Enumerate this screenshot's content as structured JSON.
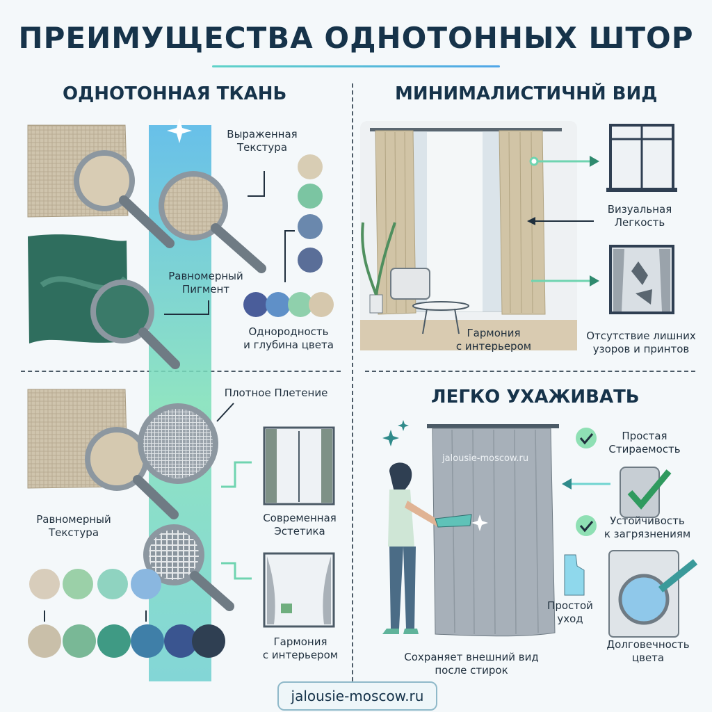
{
  "header": {
    "title": "ПРЕИМУЩЕСТВА ОДНОТОННЫХ ШТОР"
  },
  "fabric_section": {
    "heading": "ОДНОТОННАЯ ТКАНЬ",
    "labels": {
      "texture": "Выраженная\nТекстура",
      "pigment": "Равномерный\nПигмент",
      "uniformity": "Однородность\nи глубина цвета",
      "weave": "Плотное Плетение",
      "even_texture": "Равномерный\nТекстура",
      "modern": "Современная\nЭстетика",
      "harmony": "Гармония\nс интерьером"
    },
    "colors": {
      "beige": "#cfc4ad",
      "green": "#2f6e5e",
      "accent": "#6fd4c8"
    }
  },
  "minimal_section": {
    "heading": "МИНИМАЛИСТИЧНЙ ВИД",
    "labels": {
      "lightness": "Визуальная\nЛегкость",
      "harmony": "Гармония\nс интерьером",
      "no_patterns": "Отсутствие лишних\nузоров и принтов"
    }
  },
  "care_section": {
    "heading": "ЛЕГКО УХАЖИВАТЬ",
    "labels": {
      "washable": "Простая\nСтираемость",
      "stain_resistant": "Устойчивость\nк загрязнениям",
      "simple_care": "Простой\nуход",
      "color_durability": "Долговечность\nцвета",
      "keeps_look": "Сохраняет внешний вид\nпосле стирок"
    },
    "watermark": "jalousie-moscow.ru"
  },
  "footer": {
    "site": "jalousie-moscow.ru"
  }
}
